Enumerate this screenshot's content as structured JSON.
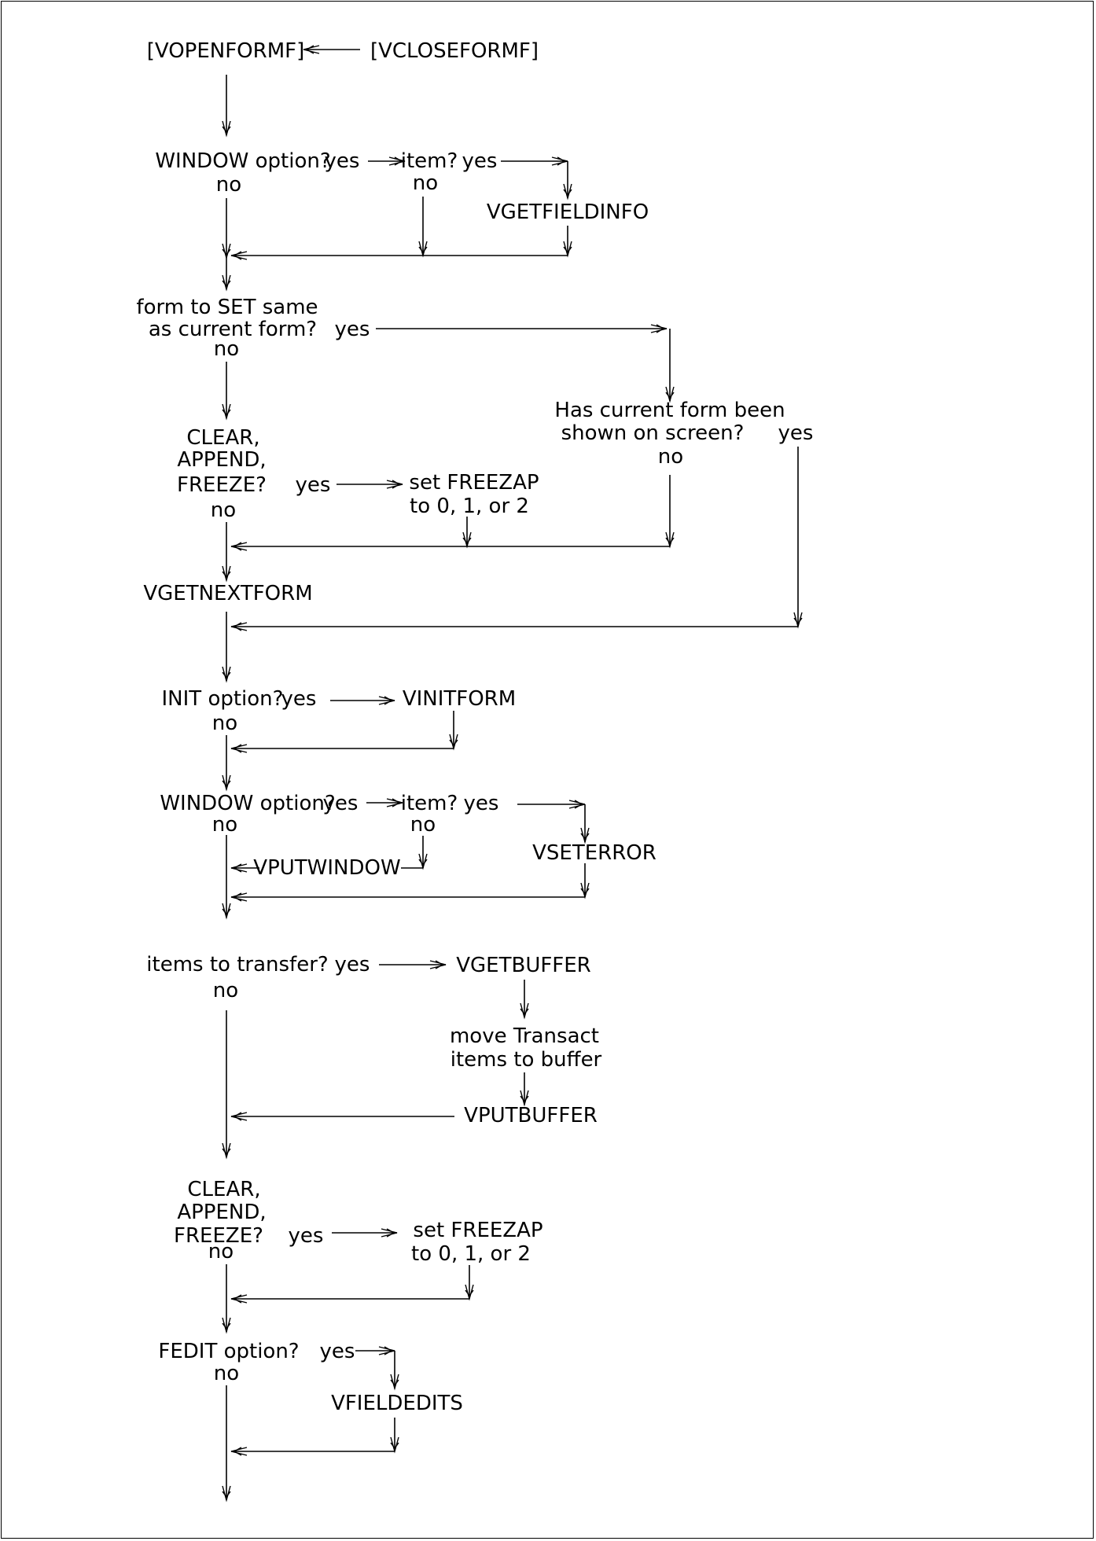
{
  "nodes": [
    {
      "id": "vopenformf",
      "text": "[VOPENFORMF]"
    },
    {
      "id": "vcloseformf",
      "text": "[VCLOSEFORMF]"
    },
    {
      "id": "q1-window",
      "text": "WINDOW option?"
    },
    {
      "id": "q1-window-yes",
      "text": "yes"
    },
    {
      "id": "q1-window-no",
      "text": "no"
    },
    {
      "id": "q1-item",
      "text": "item?"
    },
    {
      "id": "q1-item-yes",
      "text": "yes"
    },
    {
      "id": "q1-item-no",
      "text": "no"
    },
    {
      "id": "vgetfieldinfo",
      "text": "VGETFIELDINFO"
    },
    {
      "id": "q-sameform-l1",
      "text": "form to SET same"
    },
    {
      "id": "q-sameform-l2",
      "text": "as current form?"
    },
    {
      "id": "q-sameform-yes",
      "text": "yes"
    },
    {
      "id": "q-sameform-no",
      "text": "no"
    },
    {
      "id": "q-shown-l1",
      "text": "Has current form been"
    },
    {
      "id": "q-shown-l2",
      "text": "shown on screen?"
    },
    {
      "id": "q-shown-yes",
      "text": "yes"
    },
    {
      "id": "q-shown-no",
      "text": "no"
    },
    {
      "id": "q-caf1-l1",
      "text": "CLEAR,"
    },
    {
      "id": "q-caf1-l2",
      "text": "APPEND,"
    },
    {
      "id": "q-caf1-l3",
      "text": "FREEZE?"
    },
    {
      "id": "q-caf1-yes",
      "text": "yes"
    },
    {
      "id": "q-caf1-no",
      "text": "no"
    },
    {
      "id": "freezap1-l1",
      "text": "set FREEZAP"
    },
    {
      "id": "freezap1-l2",
      "text": "to 0, 1, or 2"
    },
    {
      "id": "vgetnextform",
      "text": "VGETNEXTFORM"
    },
    {
      "id": "q-init",
      "text": "INIT option?"
    },
    {
      "id": "q-init-yes",
      "text": "yes"
    },
    {
      "id": "q-init-no",
      "text": "no"
    },
    {
      "id": "vinitform",
      "text": "VINITFORM"
    },
    {
      "id": "q2-window",
      "text": "WINDOW option?"
    },
    {
      "id": "q2-window-yes",
      "text": "yes"
    },
    {
      "id": "q2-window-no",
      "text": "no"
    },
    {
      "id": "q2-item",
      "text": "item?"
    },
    {
      "id": "q2-item-yes",
      "text": "yes"
    },
    {
      "id": "q2-item-no",
      "text": "no"
    },
    {
      "id": "vputwindow",
      "text": "VPUTWINDOW"
    },
    {
      "id": "vseterror",
      "text": "VSETERROR"
    },
    {
      "id": "q-transfer",
      "text": "items to transfer?"
    },
    {
      "id": "q-transfer-yes",
      "text": "yes"
    },
    {
      "id": "q-transfer-no",
      "text": "no"
    },
    {
      "id": "vgetbuffer",
      "text": "VGETBUFFER"
    },
    {
      "id": "move-l1",
      "text": "move Transact"
    },
    {
      "id": "move-l2",
      "text": "items to buffer"
    },
    {
      "id": "vputbuffer",
      "text": "VPUTBUFFER"
    },
    {
      "id": "q-caf2-l1",
      "text": "CLEAR,"
    },
    {
      "id": "q-caf2-l2",
      "text": "APPEND,"
    },
    {
      "id": "q-caf2-l3",
      "text": "FREEZE?"
    },
    {
      "id": "q-caf2-yes",
      "text": "yes"
    },
    {
      "id": "q-caf2-no",
      "text": "no"
    },
    {
      "id": "freezap2-l1",
      "text": "set FREEZAP"
    },
    {
      "id": "freezap2-l2",
      "text": "to 0, 1, or 2"
    },
    {
      "id": "q-fedit",
      "text": "FEDIT option?"
    },
    {
      "id": "q-fedit-yes",
      "text": "yes"
    },
    {
      "id": "q-fedit-no",
      "text": "no"
    },
    {
      "id": "vfieldedits",
      "text": "VFIELDEDITS"
    }
  ]
}
